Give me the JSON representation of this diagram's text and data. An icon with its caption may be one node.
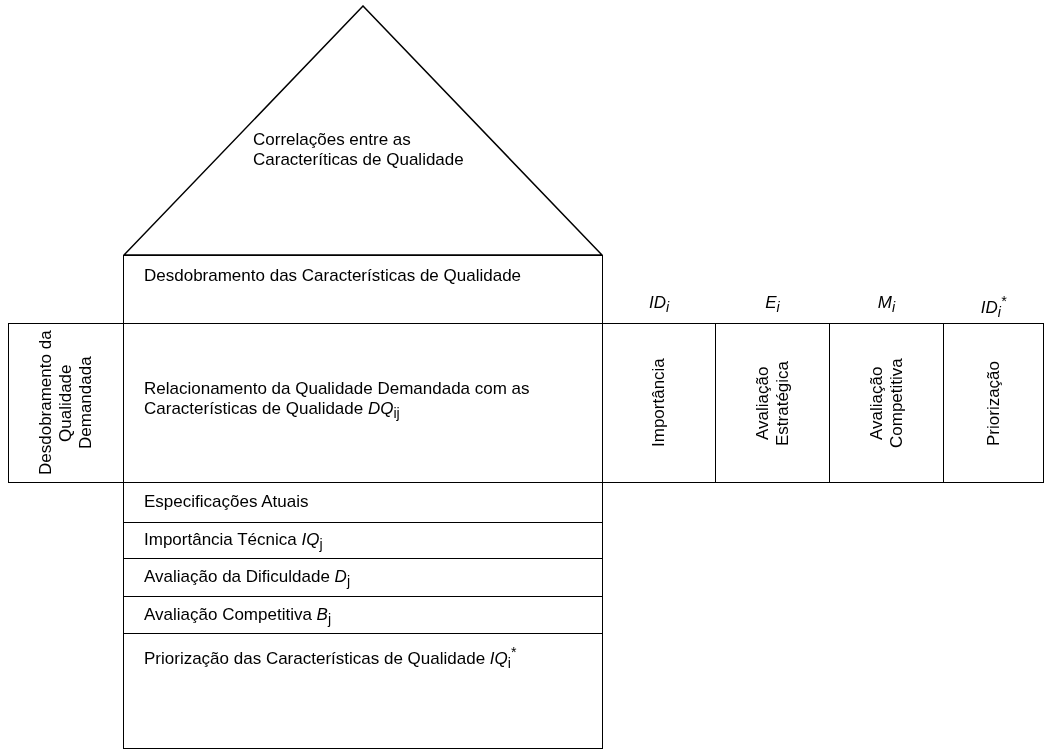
{
  "diagram": {
    "nodes": [
      {
        "text": [
          "Correlações entre as Caracteríticas de Qualidade"
        ]
      },
      {
        "text": [
          "Desdobramento das Características de Qualidade"
        ]
      },
      {
        "text": [
          "Desdobramento da Qualidade Demandada"
        ]
      },
      {
        "text": [
          "Relacionamento da Qualidade Demandada com as Características de Qualidade *DQ*$_{ij}$"
        ]
      },
      {
        "text": [
          "ID$_{i}$",
          "Importância"
        ]
      },
      {
        "text": [
          "E$_{i}$",
          "Avaliação Estratégica"
        ]
      },
      {
        "text": [
          "M$_{i}$",
          "Avaliação Competitiva"
        ]
      },
      {
        "text": [
          "ID$_{i}$$^{*}$",
          "Priorização"
        ]
      },
      {
        "text": [
          "Especificações Atuais"
        ]
      },
      {
        "text": [
          "Importância Técnica  *IQ*$_{j}$"
        ]
      },
      {
        "text": [
          "Avaliação da Dificuldade  *D*$_{j}$"
        ]
      },
      {
        "text": [
          "Avaliação Competitiva  *B*$_{j}$"
        ]
      },
      {
        "text": [
          "Priorização das Características de Qualidade  *IQ*$_{i}$$^{*}$"
        ]
      }
    ],
    "edges": []
  }
}
